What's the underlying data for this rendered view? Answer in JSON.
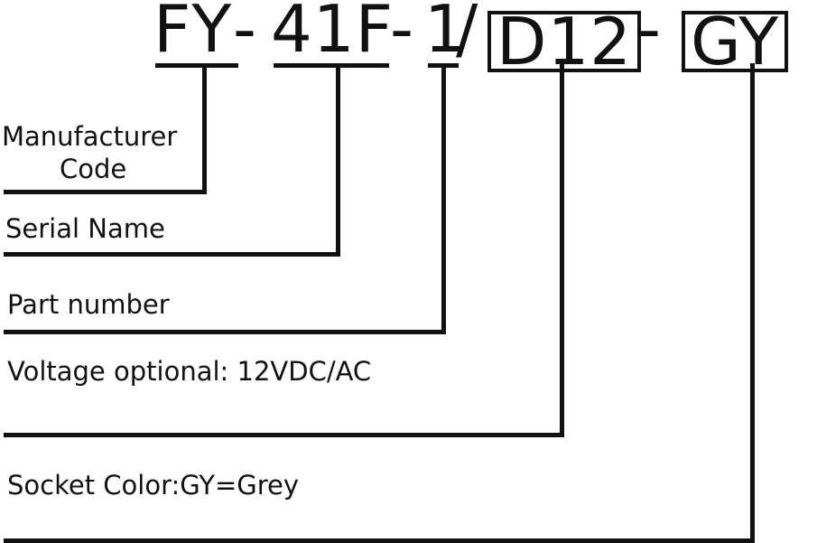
{
  "part_code": {
    "manufacturer": "FY",
    "dash1": "-",
    "serial": "41F",
    "dash2": "-",
    "part": "1",
    "slash": "/",
    "voltage": "D12",
    "dash3": "-",
    "color": "GY"
  },
  "labels": {
    "manufacturer_line1": "Manufacturer",
    "manufacturer_line2": "Code",
    "serial": "Serial Name",
    "part": "Part number",
    "voltage": "Voltage optional: 12VDC/AC",
    "color": "Socket Color:GY=Grey"
  }
}
